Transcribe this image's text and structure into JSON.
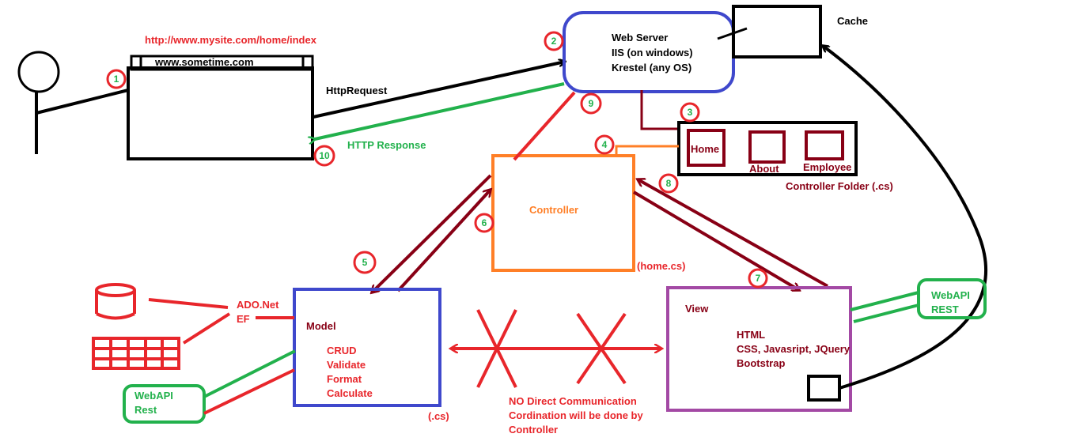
{
  "colors": {
    "black": "#000000",
    "red": "#e8262b",
    "green": "#22b14c",
    "blue": "#3f48cc",
    "orange": "#ff7f27",
    "maroon": "#880015",
    "purple": "#a349a4"
  },
  "browser": {
    "url": "http://www.mysite.com/home/index",
    "tab": "www.sometime.com"
  },
  "flow": {
    "request": "HttpRequest",
    "response": "HTTP Response"
  },
  "web_server": {
    "line1": "Web Server",
    "line2": "IIS  (on windows)",
    "line3": "Krestel (any OS)"
  },
  "cache": {
    "label": "Cache"
  },
  "controller_folder": {
    "items": [
      "Home",
      "About",
      "Employee"
    ],
    "caption": "Controller Folder (.cs)"
  },
  "controller": {
    "label": "Controller",
    "file": "(home.cs)"
  },
  "model": {
    "label": "Model",
    "lines": [
      "CRUD",
      "Validate",
      "Format",
      "Calculate"
    ],
    "file": "(.cs)"
  },
  "view": {
    "label": "View",
    "lines": [
      "HTML",
      "CSS, Javasript, JQuery",
      "Bootstrap"
    ]
  },
  "data_access": {
    "line1": "ADO.Net",
    "line2": "EF"
  },
  "webapi_left": {
    "line1": "WebAPI",
    "line2": "Rest"
  },
  "webapi_right": {
    "line1": "WebAPI",
    "line2": "REST"
  },
  "note": {
    "line1": "NO Direct Communication",
    "line2": "Cordination will be done by",
    "line3": "Controller"
  },
  "steps": [
    "1",
    "2",
    "3",
    "4",
    "5",
    "6",
    "7",
    "8",
    "9",
    "10"
  ]
}
